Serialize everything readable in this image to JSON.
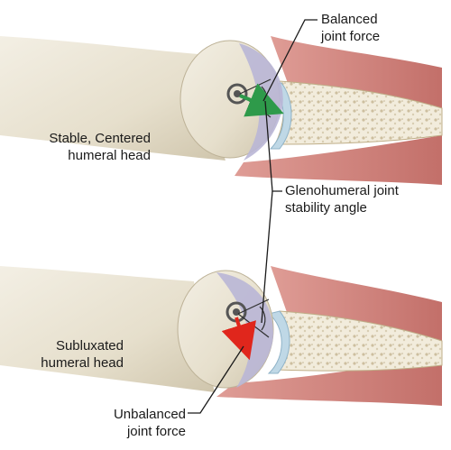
{
  "labels": {
    "balanced": {
      "line1": "Balanced",
      "line2": "joint force"
    },
    "stable": {
      "line1": "Stable, Centered",
      "line2": "humeral head"
    },
    "angle": {
      "line1": "Glenohumeral joint",
      "line2": "stability angle"
    },
    "subluxated": {
      "line1": "Subluxated",
      "line2": "humeral head"
    },
    "unbalanced": {
      "line1": "Unbalanced",
      "line2": "joint force"
    }
  },
  "colors": {
    "bone": "#e9e3d3",
    "bone_shadow": "#c9bfa8",
    "cartilage": "#b9b6d6",
    "muscle": "#c7736d",
    "muscle_light": "#e3a9a2",
    "glenoid": "#f1ead8",
    "labrum": "#bfd8e6",
    "balanced_arrow": "#2e9a4a",
    "unbalanced_arrow": "#e0261c",
    "leader_line": "#1a1a1a"
  }
}
